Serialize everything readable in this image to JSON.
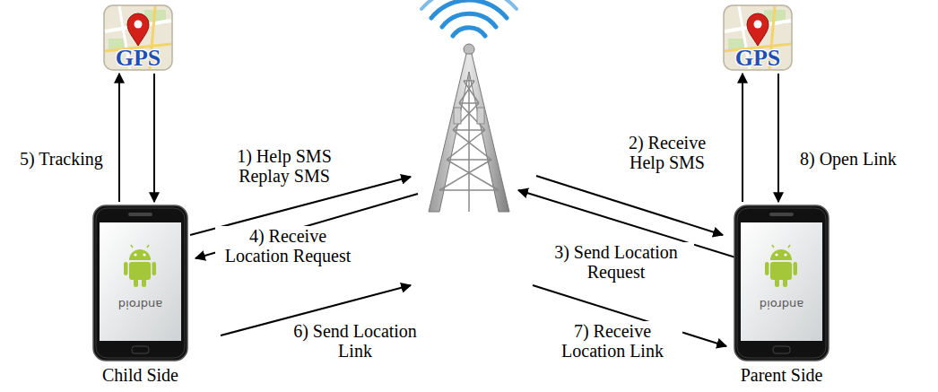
{
  "diagram": {
    "nodes": [
      {
        "text": [
          "GPS"
        ]
      },
      {
        "text": [
          "GPS"
        ]
      },
      {
        "text": [
          "android",
          "Child Side"
        ]
      },
      {
        "text": [
          "android",
          "Parent Side"
        ]
      }
    ],
    "edges": [
      {
        "from": 2,
        "to": 0,
        "arrow": "to",
        "label": "5) Tracking"
      },
      {
        "from": 0,
        "to": 2,
        "arrow": "to"
      },
      {
        "from": 3,
        "to": 1,
        "arrow": "to"
      },
      {
        "from": 1,
        "to": 3,
        "arrow": "to",
        "label": "8) Open Link"
      }
    ],
    "labels": [
      "1) Help SMS Replay SMS",
      "2) Receive Help SMS",
      "3) Send Location Request",
      "4) Receive Location Request",
      "6) Send Location Link",
      "7) Receive Location Link"
    ]
  }
}
